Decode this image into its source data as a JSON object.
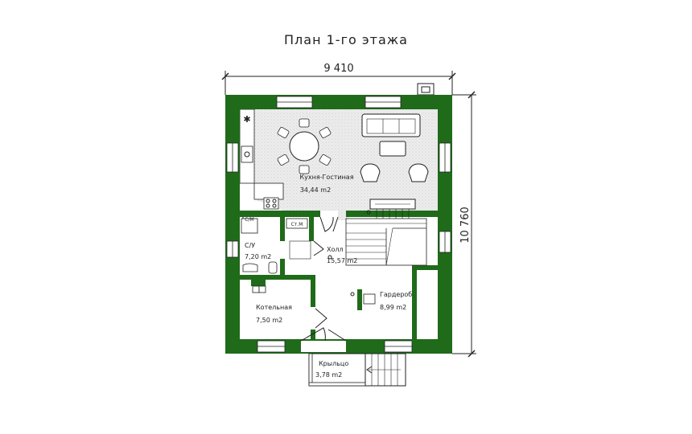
{
  "title": "План 1-го этажа",
  "dimensions": {
    "width": "9 410",
    "height": "10 760"
  },
  "colors": {
    "wall": "#1f6b1a",
    "floor_pattern": "#d9d9d9",
    "line": "#222222"
  },
  "rooms": [
    {
      "name": "Кухня-Гостиная",
      "area": "34,44 m2"
    },
    {
      "name": "Холл",
      "area": "15,57 m2"
    },
    {
      "name": "С/У",
      "area": "7,20 m2"
    },
    {
      "name": "Котельная",
      "area": "7,50 m2"
    },
    {
      "name": "Гардероб",
      "area": "8,99 m2"
    },
    {
      "name": "Крыльцо",
      "area": "3,78 m2"
    }
  ],
  "fixtures": {
    "closet_label": "Ст.М",
    "washer_label": "С/М",
    "stove_symbol": "✱"
  }
}
